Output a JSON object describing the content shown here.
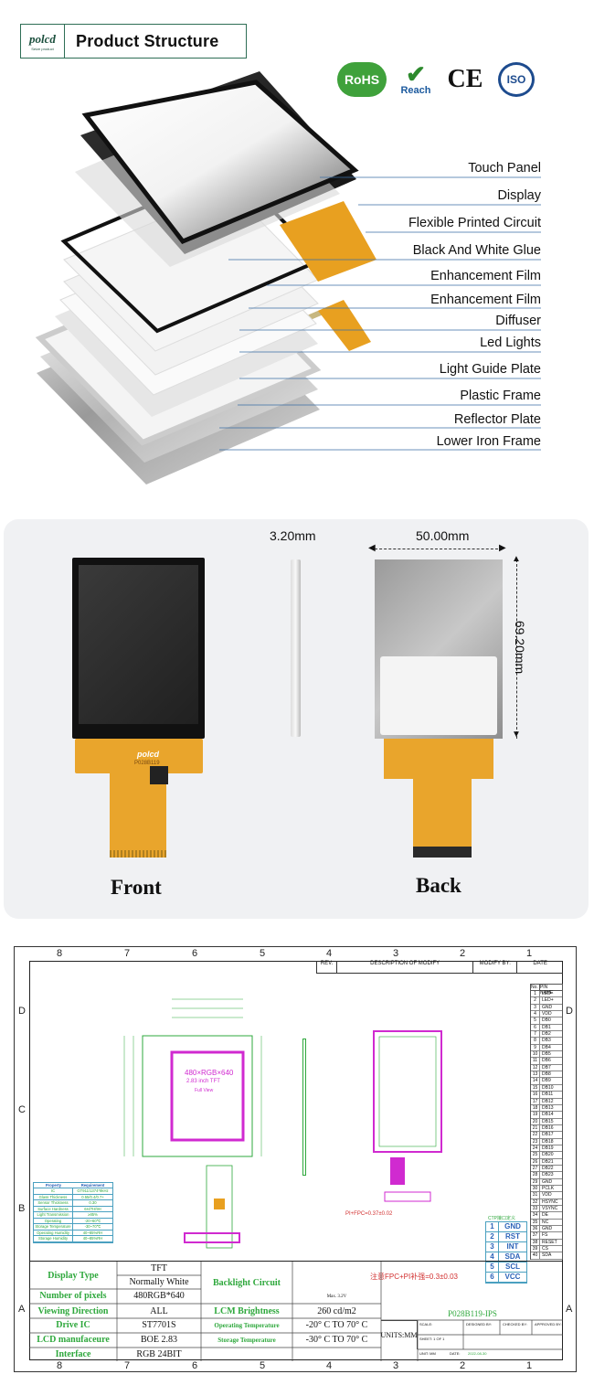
{
  "header": {
    "brand_logo_text": "polcd",
    "brand_logo_sub": "Seize product",
    "title": "Product Structure"
  },
  "certifications": {
    "rohs": "RoHS",
    "reach_mark": "✔",
    "reach": "Reach",
    "ce": "CE",
    "iso": "ISO"
  },
  "structure": {
    "layers": [
      "Touch Panel",
      "Display",
      "Flexible Printed Circuit",
      "Black And White Glue",
      "Enhancement Film",
      "Enhancement Film",
      "Diffuser",
      "Led Lights",
      "Light Guide Plate",
      "Plastic Frame",
      "Reflector Plate",
      "Lower Iron Frame"
    ]
  },
  "dimensions": {
    "thickness": "3.20mm",
    "width": "50.00mm",
    "height": "69.20mm",
    "fpc_brand": "polcd",
    "fpc_model": "P028B119"
  },
  "views": {
    "front": "Front",
    "back": "Back"
  },
  "drawing": {
    "columns": [
      "8",
      "7",
      "6",
      "5",
      "4",
      "3",
      "2",
      "1"
    ],
    "rows": [
      "D",
      "C",
      "B",
      "A"
    ],
    "rev_table": [
      "REV.",
      "DESCRIPTION OF MODIFY",
      "MODIFY BY:",
      "DATE"
    ],
    "lcd_center": "480×RGB×640",
    "lcd_size": "2.83 inch TFT",
    "lcd_view": "Full View",
    "fpc_note": "注意FPC+PI补强=0.3±0.03",
    "pi_label": "PI+FPC=0.37±0.02",
    "pin_table_title": "CTP接口定义",
    "pins": [
      [
        "1",
        "GND"
      ],
      [
        "2",
        "RST"
      ],
      [
        "3",
        "INT"
      ],
      [
        "4",
        "SDA"
      ],
      [
        "5",
        "SCL"
      ],
      [
        "6",
        "VCC"
      ]
    ],
    "lcd_pin_header": [
      "No.",
      "PIN NAME"
    ],
    "lcd_pins": [
      "LED-",
      "LED+",
      "GND",
      "VDD",
      "DB0",
      "DB1",
      "DB2",
      "DB3",
      "DB4",
      "DB5",
      "DB6",
      "DB7",
      "DB8",
      "DB9",
      "DB10",
      "DB11",
      "DB12",
      "DB13",
      "DB14",
      "DB15",
      "DB16",
      "DB17",
      "DB18",
      "DB19",
      "DB20",
      "DB21",
      "DB22",
      "DB23",
      "GND",
      "PCLK",
      "VDD",
      "HSYNC",
      "VSYNC",
      "DE",
      "NC",
      "GND",
      "FS",
      "RESET",
      "CS",
      "SDA"
    ],
    "specs": {
      "display_type_label": "Display Type",
      "display_type_1": "TFT",
      "display_type_2": "Normally White",
      "pixels_label": "Number of pixels",
      "pixels": "480RGB*640",
      "viewing_label": "Viewing Direction",
      "viewing": "ALL",
      "ic_label": "Drive IC",
      "ic": "ST7701S",
      "mfr_label": "LCD manufaceure",
      "mfr": "BOE 2.83",
      "interface_label": "Interface",
      "interface": "RGB 24BIT",
      "backlight_label": "Backlight Circuit",
      "backlight_note": "Max. 3.2V",
      "brightness_label": "LCM Brightness",
      "brightness": "260 cd/m2",
      "op_temp_label": "Operating Temperature",
      "op_temp": "-20° C TO 70° C",
      "st_temp_label": "Storage Temperature",
      "st_temp": "-30° C TO 70° C"
    },
    "title_block": {
      "part": "P028B119-IPS",
      "units": "UNITS:MM",
      "scale": "SCALE:",
      "designed": "DESIGNED BY:",
      "checked": "CHECKED BY:",
      "approved": "APPROVED BY:",
      "sheet": "SHEET: 1 OF 1",
      "unit": "UNIT: MM",
      "date_label": "DATE:",
      "date": "2022-08-30"
    },
    "props_header": [
      "Property",
      "Requirement"
    ],
    "props": [
      [
        "IC",
        "GT911/1374*9kHz"
      ],
      [
        "Glass Thickness",
        "0.55/0.4/0.7+"
      ],
      [
        "Sensor Thickness",
        "0.30"
      ],
      [
        "Surface Hardness",
        "6H/7H/9H"
      ],
      [
        "Light Transmission",
        "≥85%"
      ],
      [
        "Operating Temperature",
        "-20~60℃"
      ],
      [
        "Storage Temperature",
        "-30~70℃"
      ],
      [
        "Operating Humidity",
        "40~85%RH"
      ],
      [
        "Storage Humidity",
        "40~85%RH"
      ]
    ]
  },
  "colors": {
    "brand_green": "#2e6e55",
    "rohs_green": "#3fa13b",
    "iso_blue": "#1d4b8e",
    "drawing_green": "#2ea83c",
    "drawing_magenta": "#d02ad0",
    "fpc_orange": "#e8a020"
  }
}
